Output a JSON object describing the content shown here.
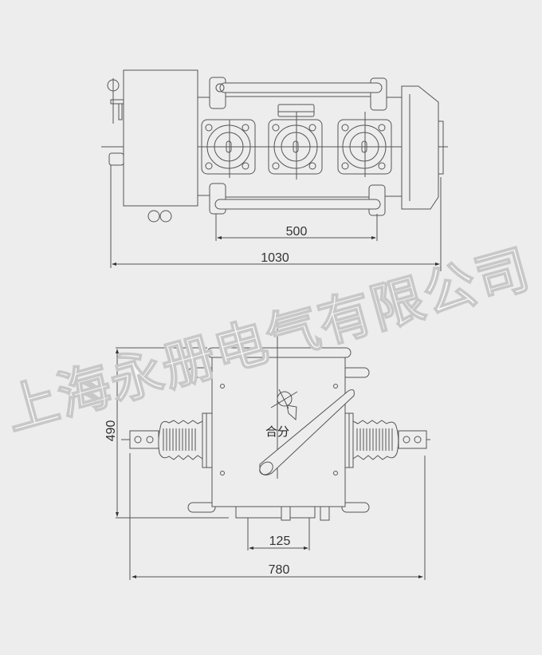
{
  "top_view": {
    "dim_bracket_spacing": "500",
    "dim_overall_length": "1030"
  },
  "front_view": {
    "switch_label": "合分",
    "dim_height": "490",
    "dim_base_width": "125",
    "dim_overall_width": "780"
  },
  "watermark": "上海永册电气有限公司",
  "colors": {
    "background": "#ededed",
    "line": "#555555"
  }
}
